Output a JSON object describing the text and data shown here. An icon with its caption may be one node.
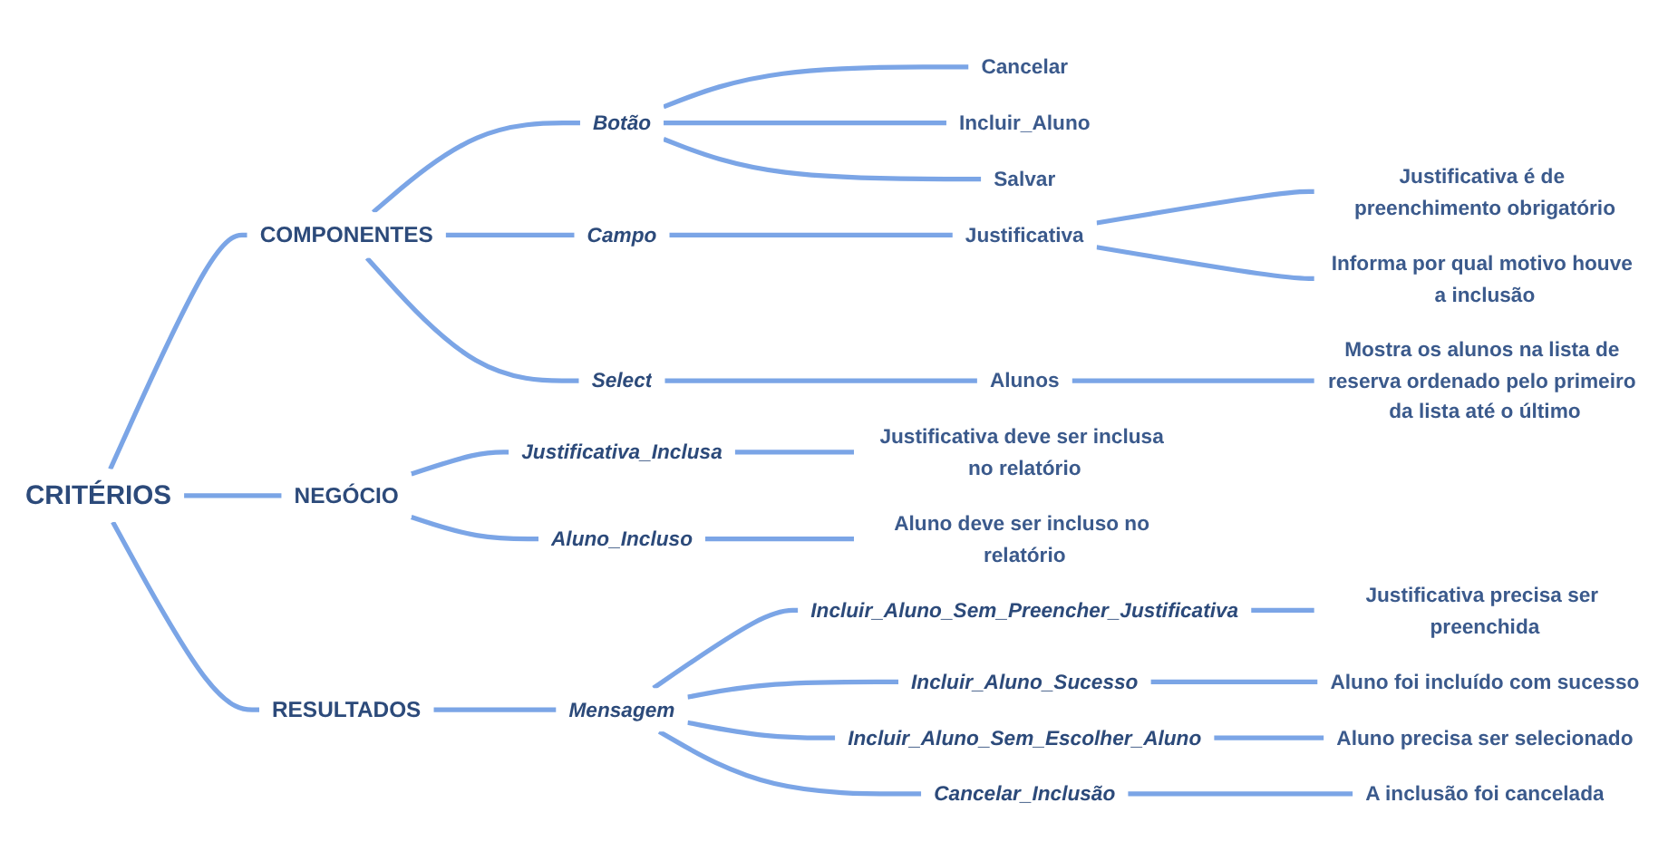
{
  "diagram": {
    "nodes": [
      {
        "text": [
          "CRITÉRIOS"
        ]
      },
      {
        "text": [
          "COMPONENTES"
        ]
      },
      {
        "text": [
          "Botão"
        ]
      },
      {
        "text": [
          "Cancelar"
        ]
      },
      {
        "text": [
          "Incluir_Aluno"
        ]
      },
      {
        "text": [
          "Salvar"
        ]
      },
      {
        "text": [
          "Campo"
        ]
      },
      {
        "text": [
          "Justificativa"
        ]
      },
      {
        "text": [
          "Justificativa é de preenchimento obrigatório"
        ]
      },
      {
        "text": [
          "Informa por qual motivo houve a inclusão"
        ]
      },
      {
        "text": [
          "Select"
        ]
      },
      {
        "text": [
          "Alunos"
        ]
      },
      {
        "text": [
          "Mostra os alunos na lista de reserva ordenado pelo primeiro da lista até o último"
        ]
      },
      {
        "text": [
          "NEGÓCIO"
        ]
      },
      {
        "text": [
          "Justificativa_Inclusa"
        ]
      },
      {
        "text": [
          "Justificativa deve ser inclusa no relatório"
        ]
      },
      {
        "text": [
          "Aluno_Incluso"
        ]
      },
      {
        "text": [
          "Aluno deve ser incluso no relatório"
        ]
      },
      {
        "text": [
          "RESULTADOS"
        ]
      },
      {
        "text": [
          "Mensagem"
        ]
      },
      {
        "text": [
          "Incluir_Aluno_Sem_Preencher_Justificativa"
        ]
      },
      {
        "text": [
          "Justificativa precisa ser preenchida"
        ]
      },
      {
        "text": [
          "Incluir_Aluno_Sucesso"
        ]
      },
      {
        "text": [
          "Aluno foi incluído com sucesso"
        ]
      },
      {
        "text": [
          "Incluir_Aluno_Sem_Escolher_Aluno"
        ]
      },
      {
        "text": [
          "Aluno precisa ser selecionado"
        ]
      },
      {
        "text": [
          "Cancelar_Inclusão"
        ]
      },
      {
        "text": [
          "A inclusão foi cancelada"
        ]
      }
    ],
    "edges": [
      {
        "from": 0,
        "to": 1,
        "arrow": "none"
      },
      {
        "from": 1,
        "to": 2,
        "arrow": "none"
      },
      {
        "from": 2,
        "to": 3,
        "arrow": "none"
      },
      {
        "from": 2,
        "to": 4,
        "arrow": "none"
      },
      {
        "from": 2,
        "to": 5,
        "arrow": "none"
      },
      {
        "from": 1,
        "to": 6,
        "arrow": "none"
      },
      {
        "from": 6,
        "to": 7,
        "arrow": "none"
      },
      {
        "from": 7,
        "to": 8,
        "arrow": "none"
      },
      {
        "from": 7,
        "to": 9,
        "arrow": "none"
      },
      {
        "from": 1,
        "to": 10,
        "arrow": "none"
      },
      {
        "from": 10,
        "to": 11,
        "arrow": "none"
      },
      {
        "from": 11,
        "to": 12,
        "arrow": "none"
      },
      {
        "from": 0,
        "to": 13,
        "arrow": "none"
      },
      {
        "from": 13,
        "to": 14,
        "arrow": "none"
      },
      {
        "from": 14,
        "to": 15,
        "arrow": "none"
      },
      {
        "from": 13,
        "to": 16,
        "arrow": "none"
      },
      {
        "from": 16,
        "to": 17,
        "arrow": "none"
      },
      {
        "from": 0,
        "to": 18,
        "arrow": "none"
      },
      {
        "from": 18,
        "to": 19,
        "arrow": "none"
      },
      {
        "from": 19,
        "to": 20,
        "arrow": "none"
      },
      {
        "from": 20,
        "to": 21,
        "arrow": "none"
      },
      {
        "from": 19,
        "to": 22,
        "arrow": "none"
      },
      {
        "from": 22,
        "to": 23,
        "arrow": "none"
      },
      {
        "from": 19,
        "to": 24,
        "arrow": "none"
      },
      {
        "from": 24,
        "to": 25,
        "arrow": "none"
      },
      {
        "from": 19,
        "to": 26,
        "arrow": "none"
      },
      {
        "from": 26,
        "to": 27,
        "arrow": "none"
      }
    ]
  }
}
